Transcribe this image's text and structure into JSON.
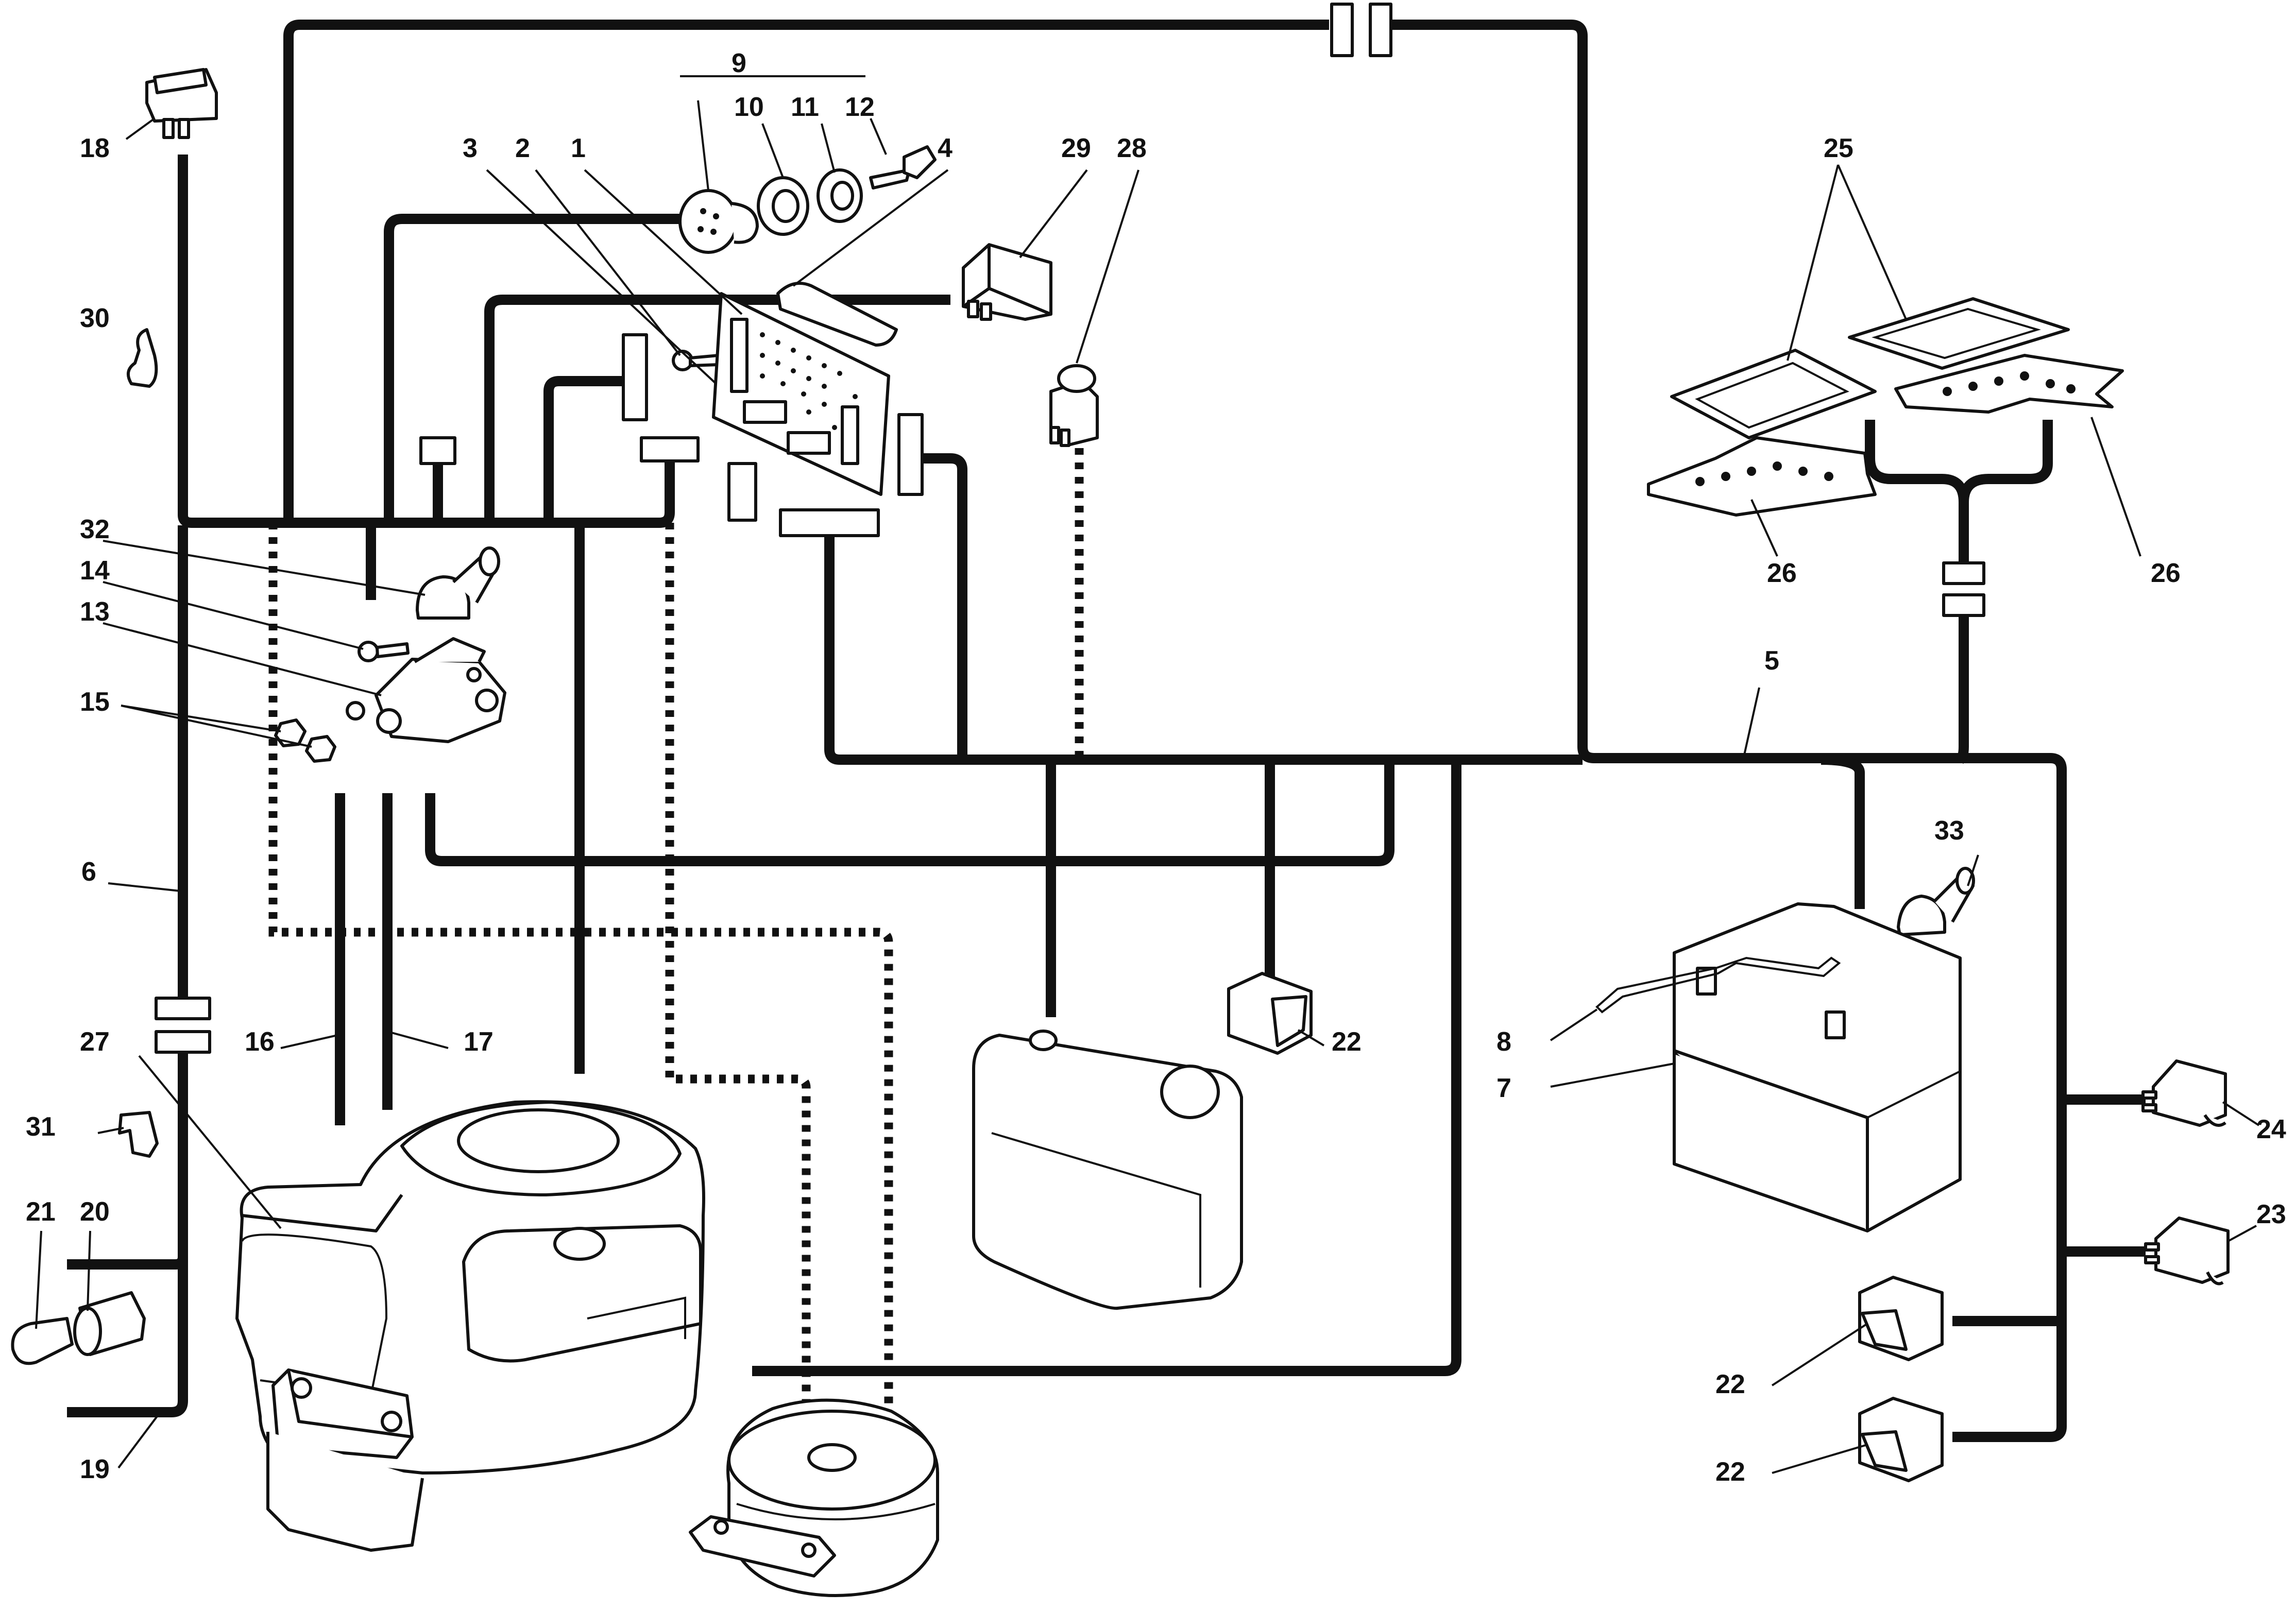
{
  "diagram": {
    "type": "wiring-exploded-view",
    "callouts": {
      "c1": "1",
      "c2": "2",
      "c3": "3",
      "c4": "4",
      "c5": "5",
      "c6": "6",
      "c7": "7",
      "c8": "8",
      "c9": "9",
      "c10": "10",
      "c11": "11",
      "c12": "12",
      "c13": "13",
      "c14": "14",
      "c15": "15",
      "c16": "16",
      "c17": "17",
      "c18": "18",
      "c19": "19",
      "c20": "20",
      "c21": "21",
      "c22": "22",
      "c23": "23",
      "c24": "24",
      "c25": "25",
      "c26": "26",
      "c27": "27",
      "c28": "28",
      "c29": "29",
      "c30": "30",
      "c31": "31",
      "c32": "32",
      "c33": "33"
    }
  }
}
